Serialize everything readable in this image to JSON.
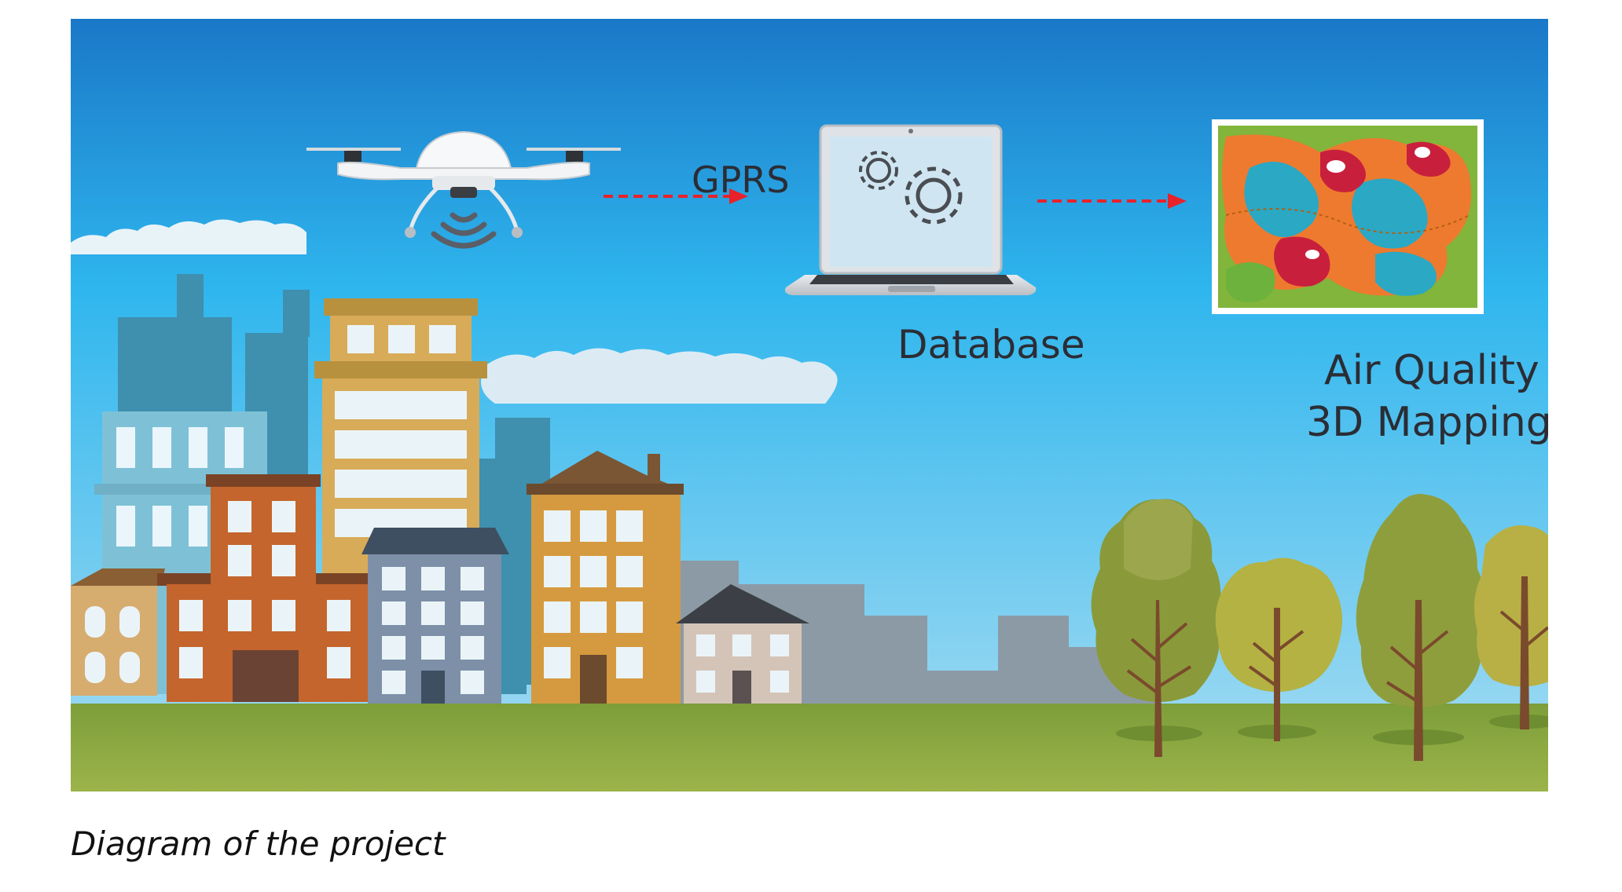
{
  "diagram": {
    "gprs_label": "GPRS",
    "database_label": "Database",
    "mapping_label_line1": "Air Quality",
    "mapping_label_line2": "3D Mapping",
    "arrow_color": "#e8222a",
    "sky_top": "#1a78c8",
    "sky_bottom": "#a9ddf2",
    "ground_color": "#86a63c"
  },
  "caption": "Diagram of the project"
}
